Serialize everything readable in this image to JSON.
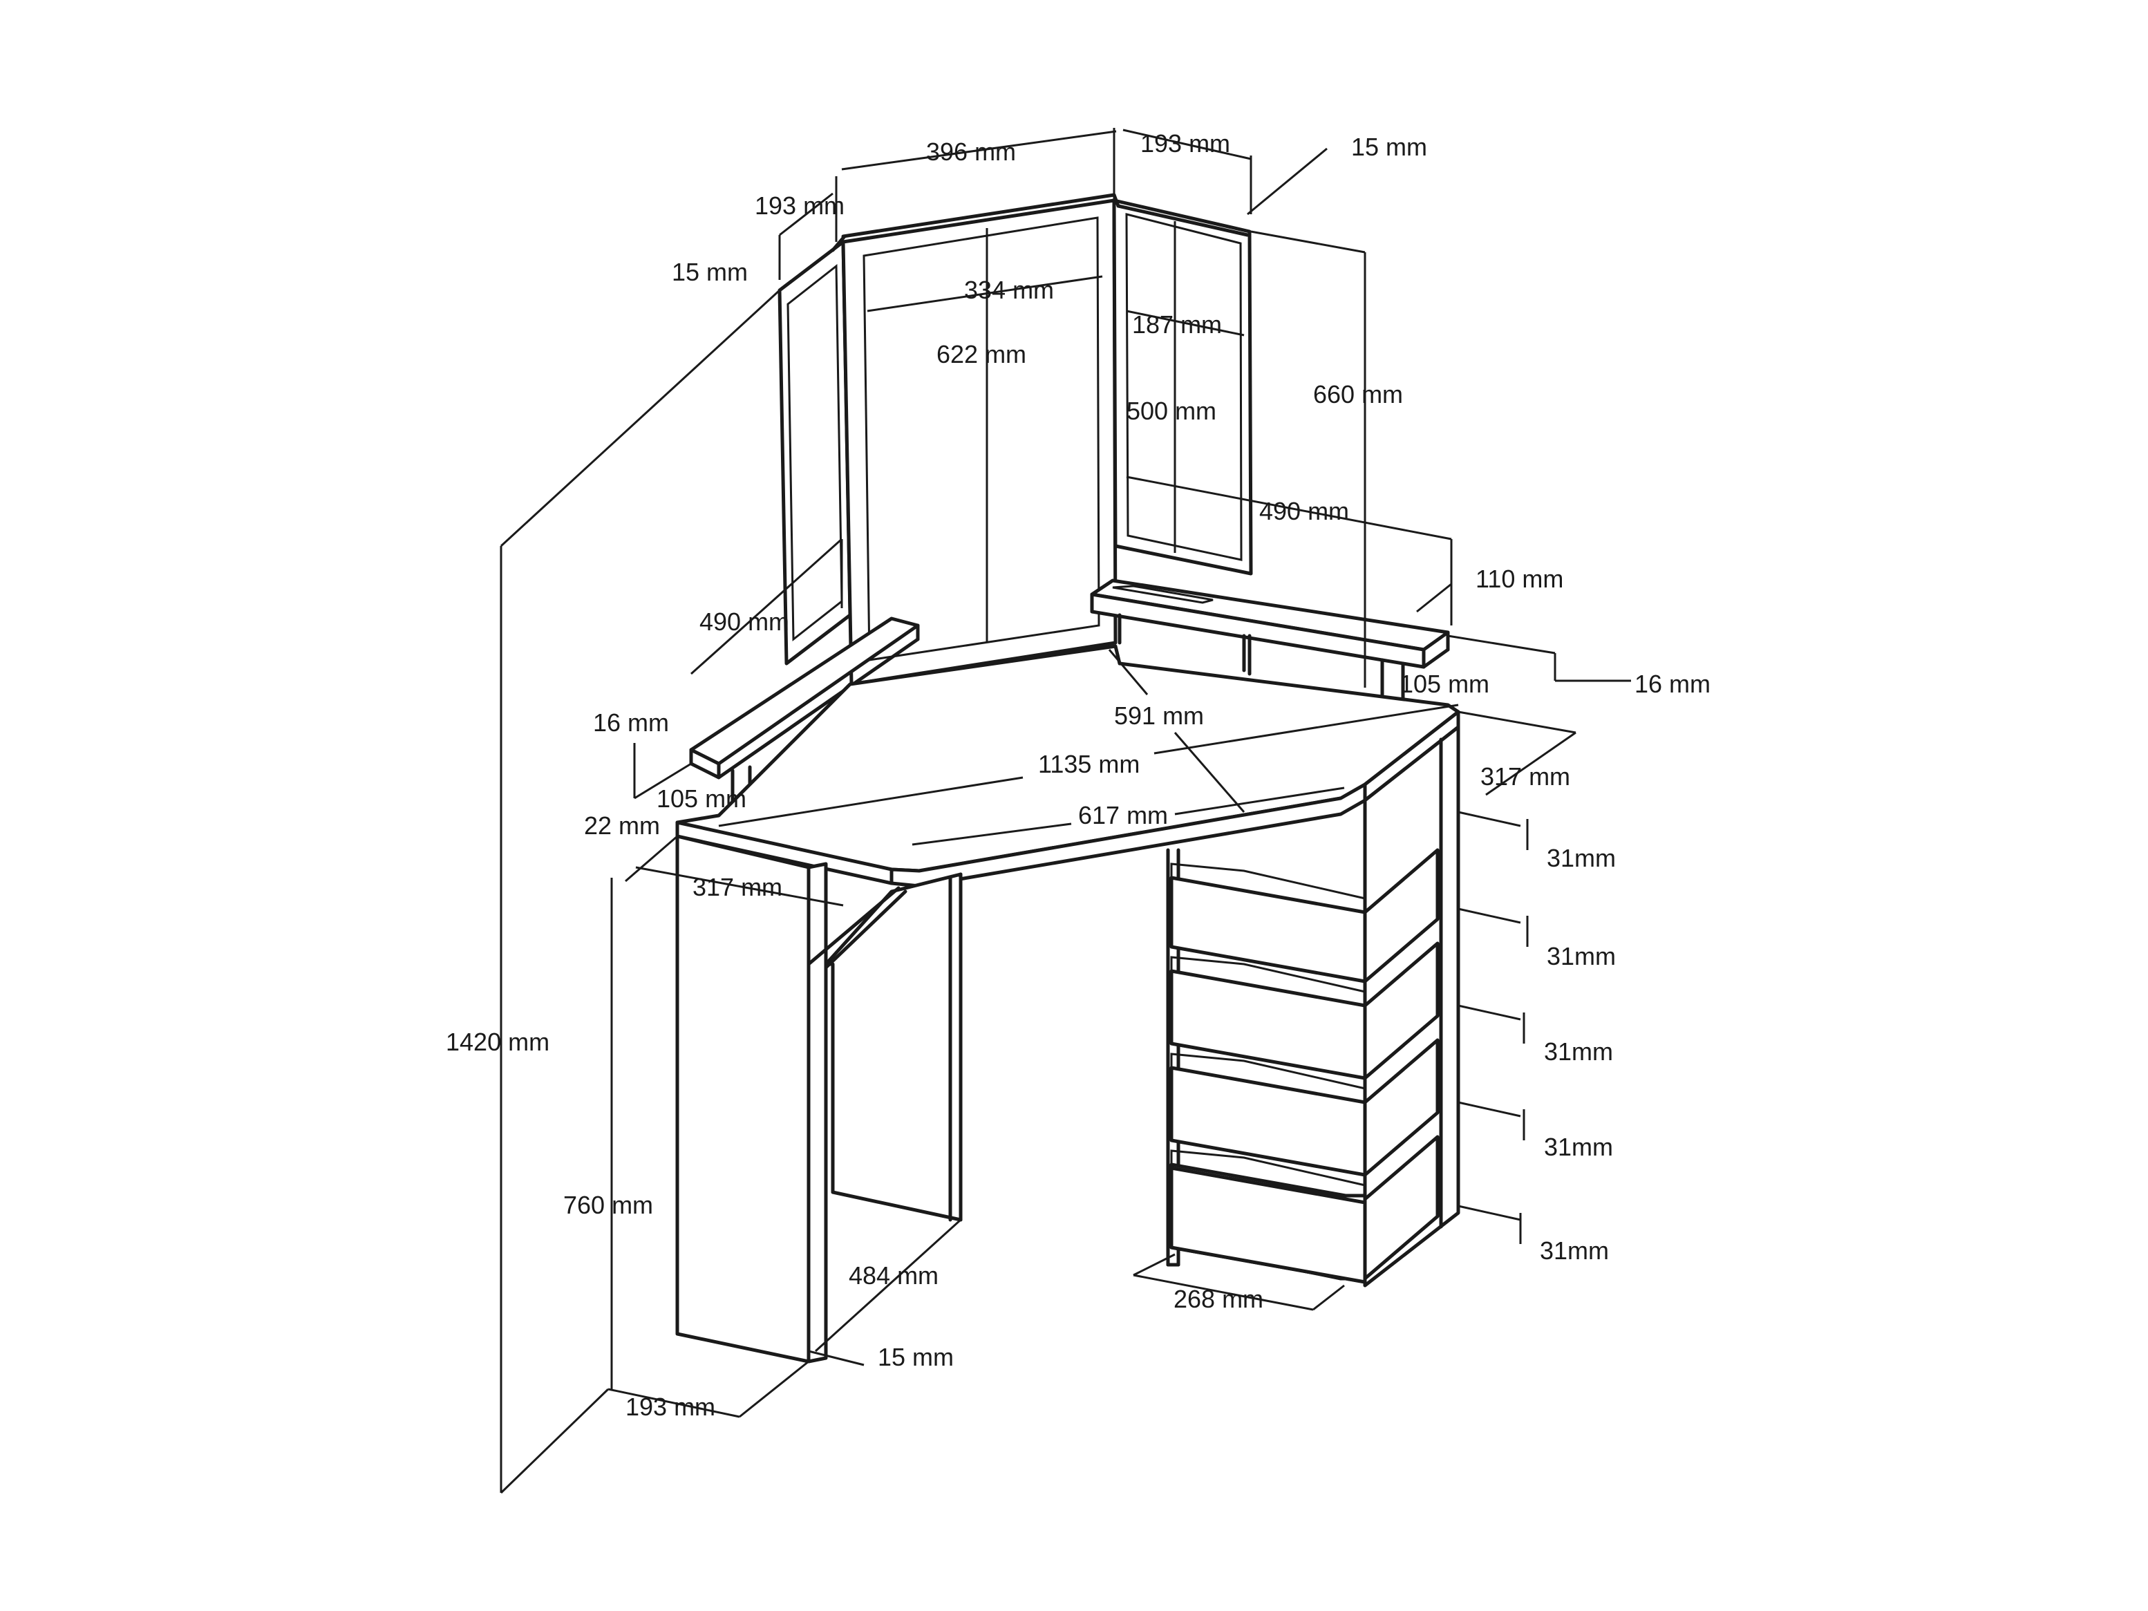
{
  "labels": {
    "w396": "396 mm",
    "w193_top_right": "193 mm",
    "t15_top_right": "15 mm",
    "w193_top_left": "193 mm",
    "t15_top_left": "15 mm",
    "w334": "334 mm",
    "w187": "187 mm",
    "h622": "622 mm",
    "h500": "500 mm",
    "h660": "660 mm",
    "d490_right": "490 mm",
    "d110": "110 mm",
    "t16_right": "16 mm",
    "h105_right": "105 mm",
    "d490_left": "490 mm",
    "t16_left": "16 mm",
    "h105_left": "105 mm",
    "t22": "22 mm",
    "d591": "591 mm",
    "w1135": "1135 mm",
    "d317_right": "317 mm",
    "w617": "617 mm",
    "d317_left": "317 mm",
    "gap31_1": "31mm",
    "gap31_2": "31mm",
    "gap31_3": "31mm",
    "gap31_4": "31mm",
    "gap31_5": "31mm",
    "h1420": "1420 mm",
    "h760": "760 mm",
    "w484": "484 mm",
    "w268": "268 mm",
    "t15_bottom": "15 mm",
    "w193_bottom": "193 mm"
  }
}
